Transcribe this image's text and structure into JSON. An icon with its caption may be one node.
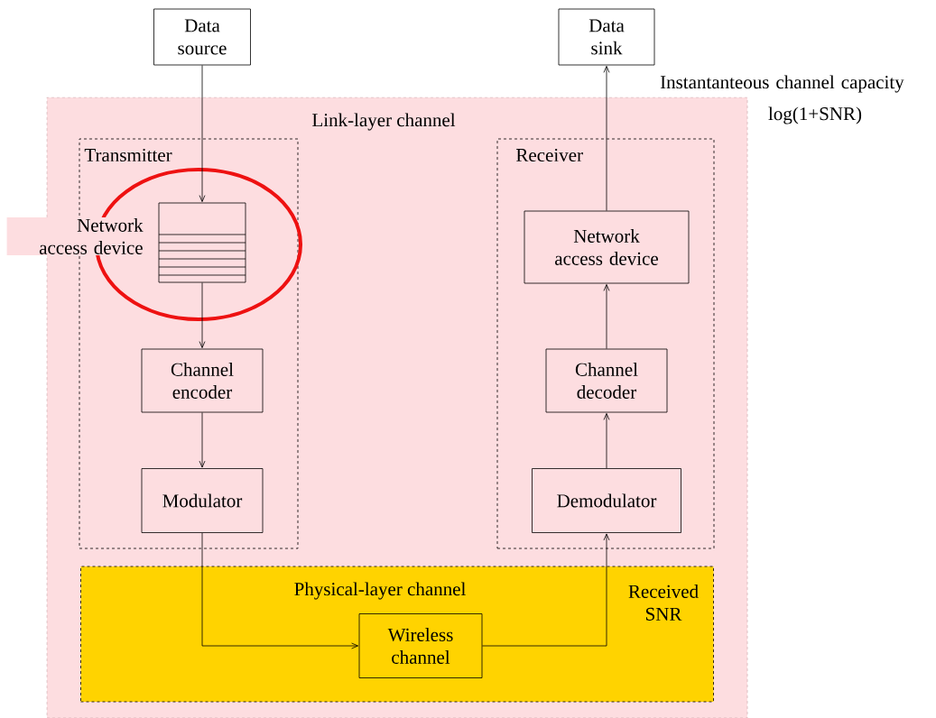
{
  "diagram": {
    "nodes": [
      {
        "text": [
          "Data source"
        ]
      },
      {
        "text": [
          "Data sink"
        ]
      },
      {
        "text": [
          "Link-layer channel"
        ]
      },
      {
        "text": [
          "Transmitter"
        ],
        "in": 2
      },
      {
        "text": [],
        "shape": "box",
        "beside": [
          "Network access device"
        ],
        "in": 3
      },
      {
        "text": [
          "Channel encoder"
        ],
        "in": 3
      },
      {
        "text": [
          "Modulator"
        ],
        "in": 3
      },
      {
        "text": [
          "Receiver"
        ],
        "in": 2
      },
      {
        "text": [
          "Network access device"
        ],
        "in": 7
      },
      {
        "text": [
          "Channel decoder"
        ],
        "in": 7
      },
      {
        "text": [
          "Demodulator"
        ],
        "in": 7
      },
      {
        "text": [
          "Physical-layer channel"
        ],
        "in": 2
      },
      {
        "text": [
          "Wireless channel"
        ],
        "in": 11
      }
    ],
    "edges": [
      {
        "from": 0,
        "to": 4,
        "arrow": "to"
      },
      {
        "from": 4,
        "to": 5,
        "arrow": "to"
      },
      {
        "from": 5,
        "to": 6,
        "arrow": "to"
      },
      {
        "from": 6,
        "to": 12,
        "arrow": "to"
      },
      {
        "from": 12,
        "to": 10,
        "arrow": "to"
      },
      {
        "from": 10,
        "to": 9,
        "arrow": "to"
      },
      {
        "from": 9,
        "to": 8,
        "arrow": "to"
      },
      {
        "from": 8,
        "to": 1,
        "arrow": "to"
      }
    ],
    "labels": [
      "Instantanteous channel capacity",
      "log(1+SNR)",
      "Received SNR"
    ]
  }
}
